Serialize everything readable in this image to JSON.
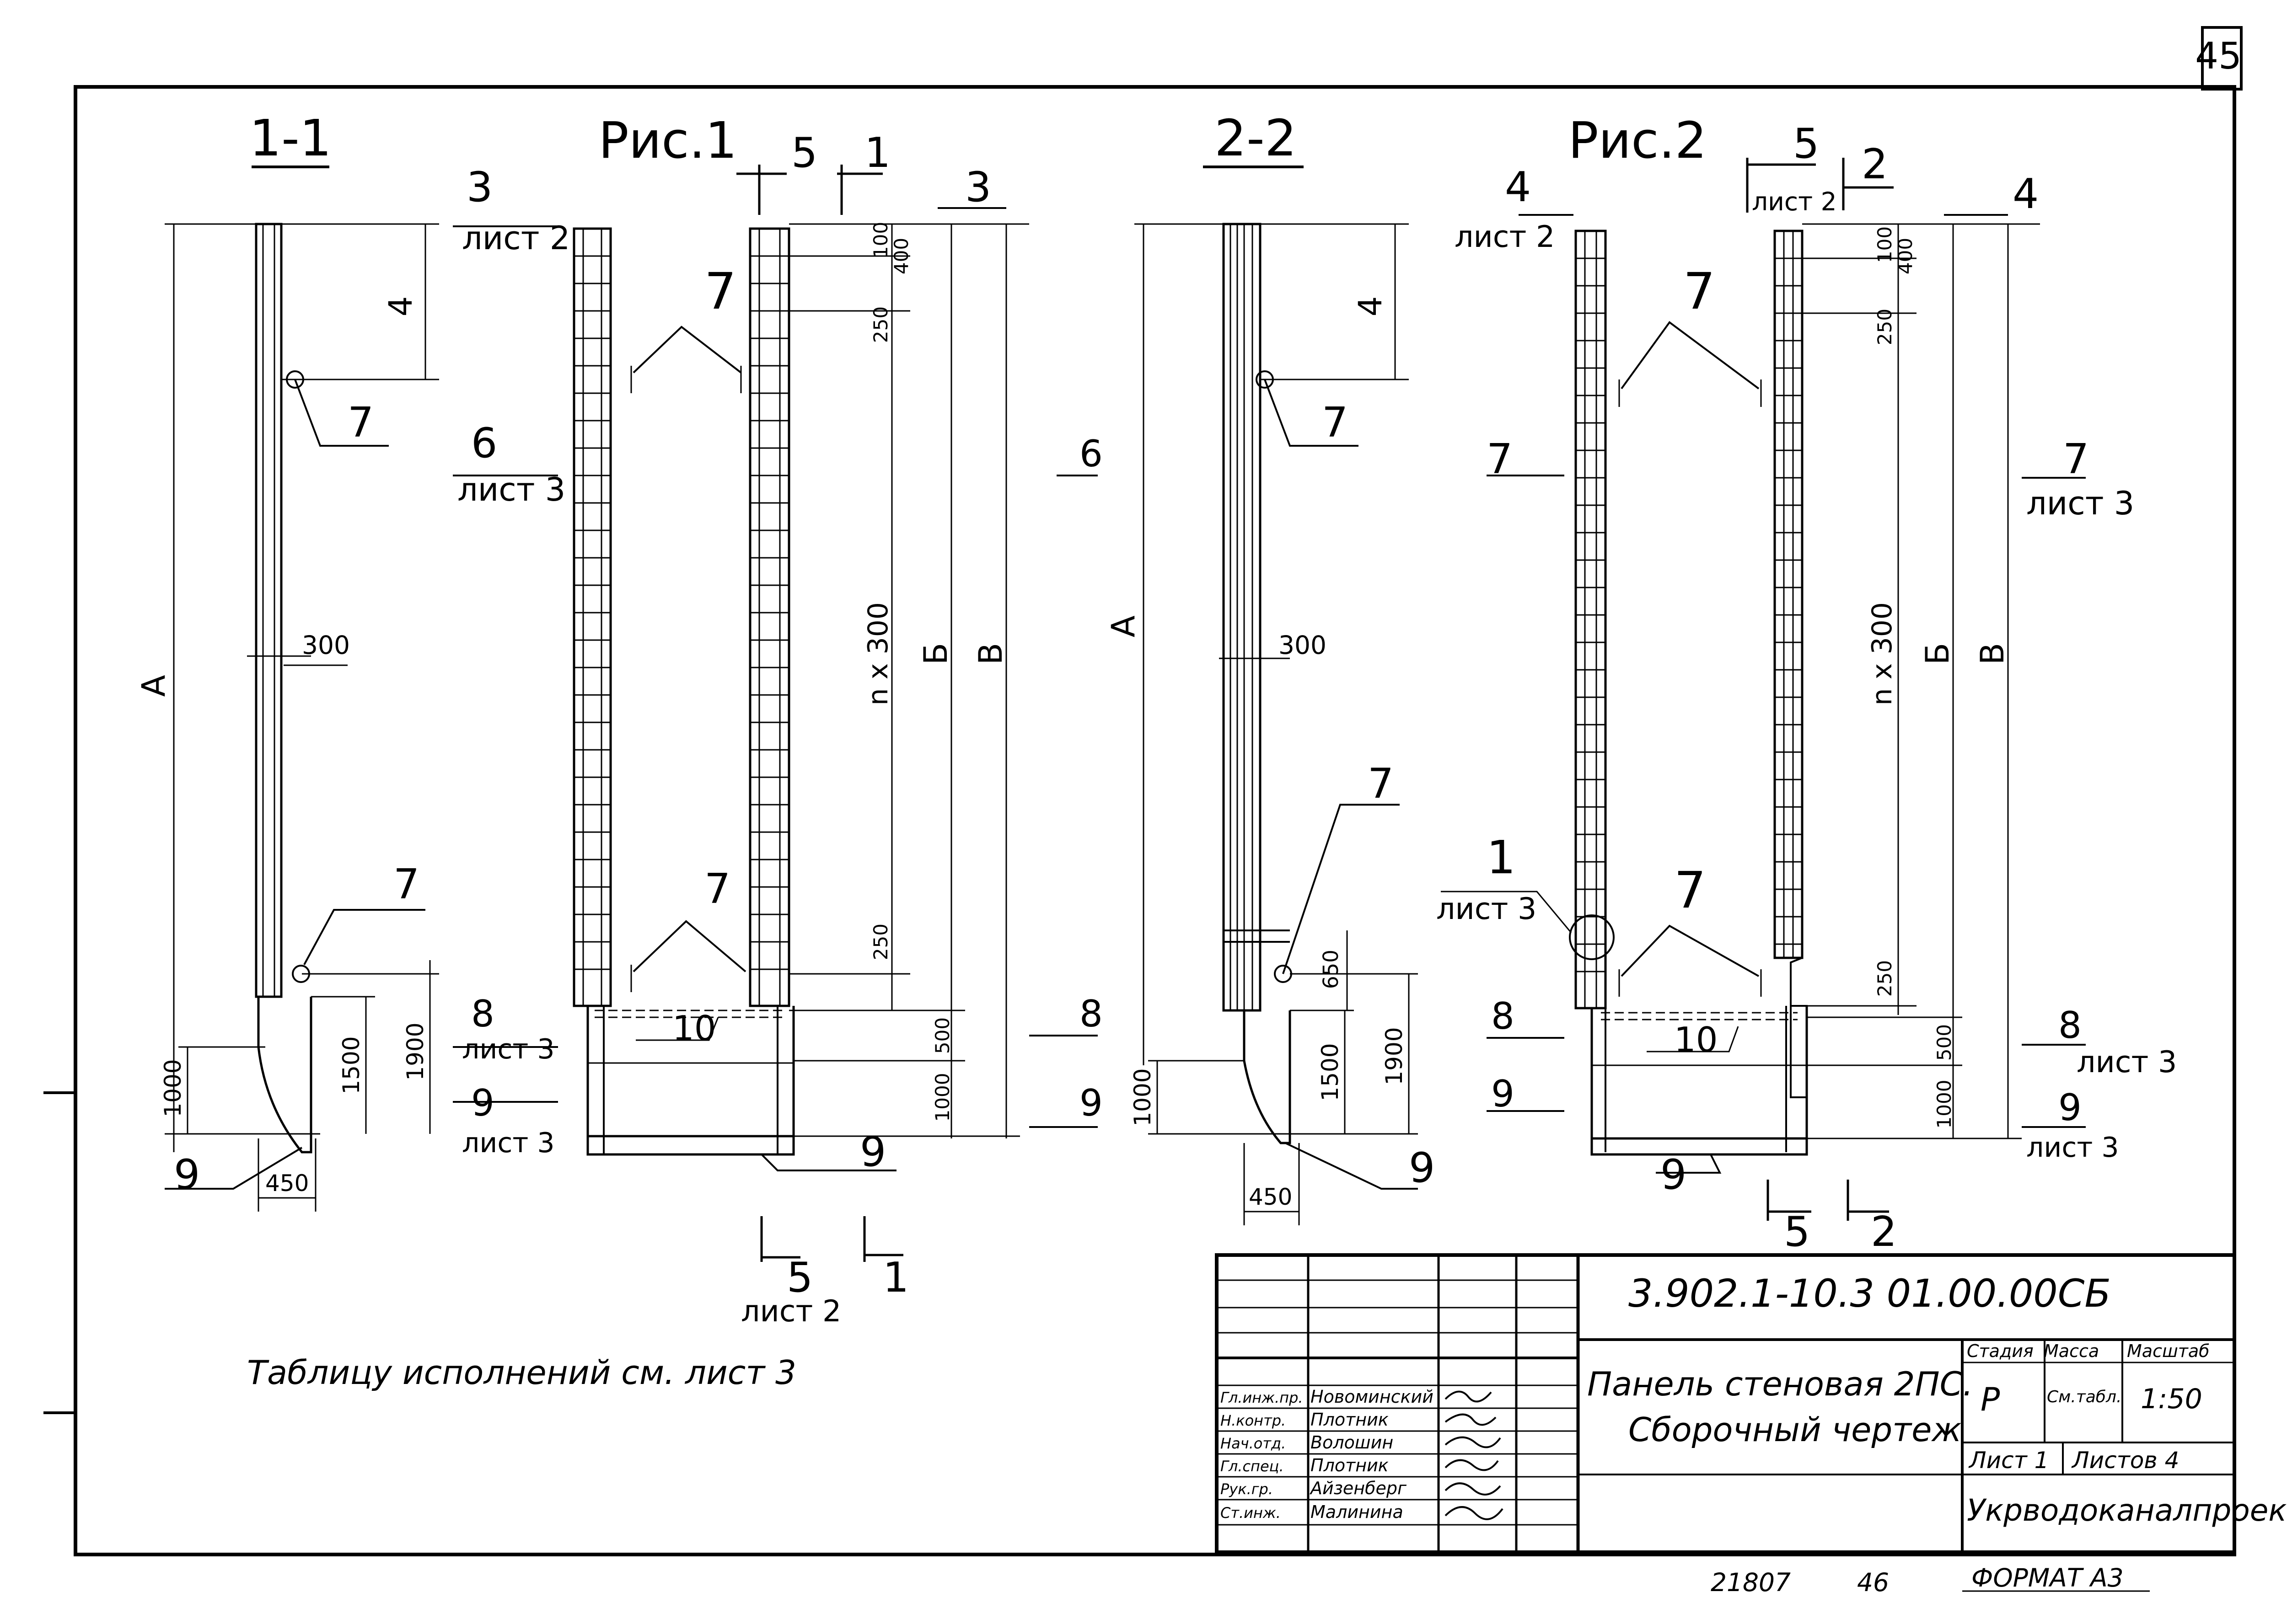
{
  "sheet_number": "45",
  "views": {
    "section_1_1": {
      "title": "1-1",
      "dim_A": "А",
      "dim_4": "4",
      "dim_300": "300",
      "dim_1000": "1000",
      "dim_1500": "1500",
      "dim_1900": "1900",
      "dim_450": "450",
      "callout_7": "7",
      "callout_9": "9"
    },
    "fig1": {
      "title": "Рис.1",
      "arrow_5": "5",
      "arrow_1": "1",
      "arrow_3": "3",
      "sheet_ref_2": "лист 2",
      "sheet_ref_3": "лист 3",
      "marker_3": "3",
      "marker_6": "6",
      "marker_8": "8",
      "marker_9": "9",
      "dim_100": "100",
      "dim_400": "400",
      "dim_250": "250",
      "dim_nx300": "n x 300",
      "dim_b": "Б",
      "dim_v": "В",
      "dim_500": "500",
      "dim_1000": "1000",
      "callout_7": "7",
      "callout_10": "10",
      "callout_9": "9",
      "bottom_5": "5",
      "bottom_1": "1"
    },
    "section_2_2": {
      "title": "2-2",
      "dim_A": "А",
      "dim_4": "4",
      "dim_300": "300",
      "dim_650": "650",
      "dim_1500": "1500",
      "dim_1900": "1900",
      "dim_1000": "1000",
      "dim_450": "450",
      "callout_7": "7",
      "callout_9": "9"
    },
    "fig2": {
      "title": "Рис.2",
      "arrow_5": "5",
      "arrow_2": "2",
      "arrow_4": "4",
      "marker_4": "4",
      "marker_7": "7",
      "marker_8": "8",
      "marker_9": "9",
      "callout_1": "1",
      "sheet_ref_2": "лист 2",
      "sheet_ref_3": "лист 3",
      "dim_100": "100",
      "dim_400": "400",
      "dim_250": "250",
      "dim_nx300": "n x 300",
      "dim_b": "Б",
      "dim_v": "В",
      "dim_500": "500",
      "dim_1000": "1000",
      "callout_7": "7",
      "callout_10": "10",
      "callout_9": "9"
    }
  },
  "note": "Таблицу исполнений   см. лист 3",
  "title_block": {
    "doc_code": "3.902.1-10.3 01.00.00СБ",
    "title_line1": "Панель стеновая 2ПС.",
    "title_line2": "Сборочный чертеж",
    "stage_label": "Стадия",
    "stage_value": "Р",
    "mass_label": "Масса",
    "mass_value": "См.табл.",
    "scale_label": "Масштаб",
    "scale_value": "1:50",
    "sheet_label": "Лист 1",
    "sheets_label": "Листов 4",
    "organization": "Укрводоканалпроект",
    "signatures": [
      {
        "role": "Гл.инж.пр.",
        "name": "Новоминский"
      },
      {
        "role": "Н.контр.",
        "name": "Плотник"
      },
      {
        "role": "Нач.отд.",
        "name": "Волошин"
      },
      {
        "role": "Гл.спец.",
        "name": "Плотник"
      },
      {
        "role": "Рук.гр.",
        "name": "Айзенберг"
      },
      {
        "role": "Ст.инж.",
        "name": "Малинина"
      }
    ]
  },
  "footer": {
    "inventory": "21807",
    "copy": "46",
    "format": "ФОРМАТ А3"
  }
}
